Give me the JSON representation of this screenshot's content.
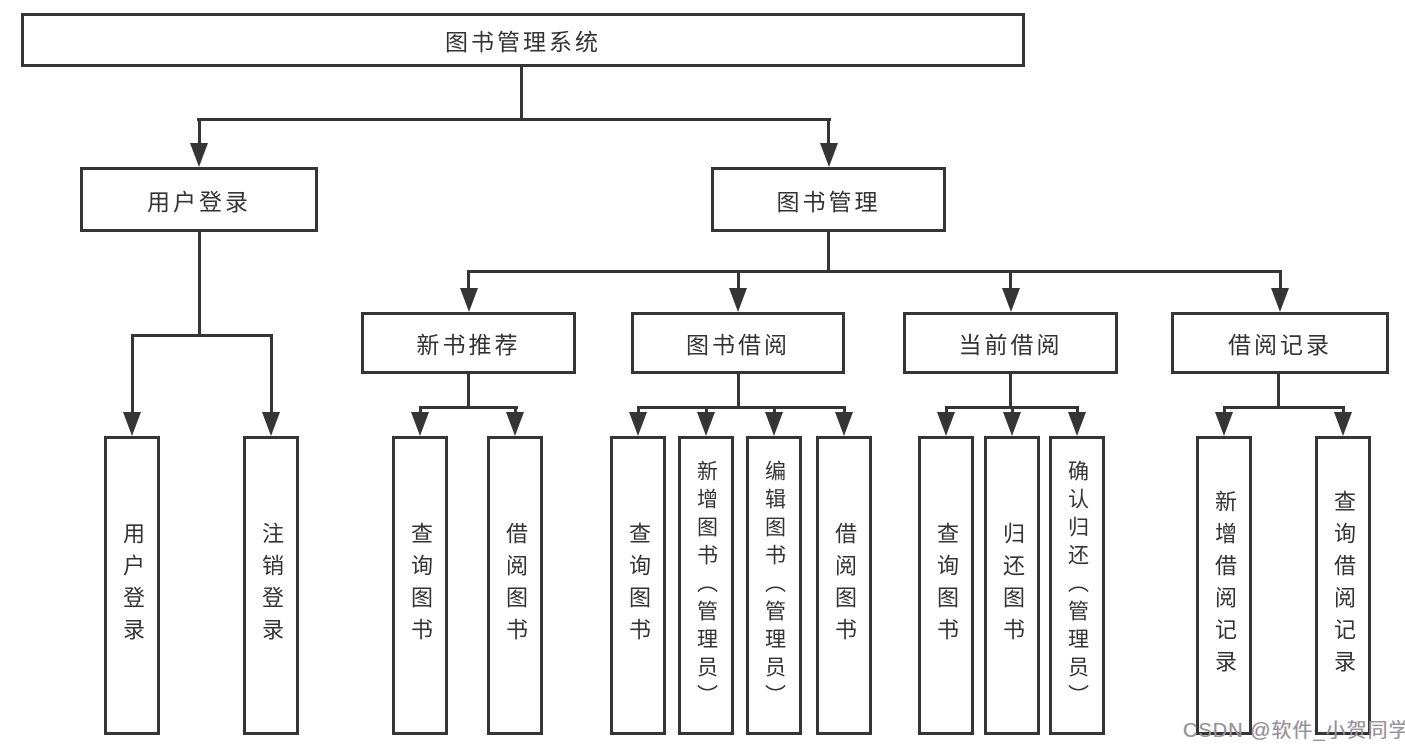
{
  "colors": {
    "line": "#353535",
    "text": "#333333",
    "background": "#ffffff",
    "watermark": "#949494"
  },
  "diagram": {
    "root": {
      "label": "图书管理系统"
    },
    "branches": [
      {
        "label": "用户登录",
        "children": [
          {
            "label": "用户登录"
          },
          {
            "label": "注销登录"
          }
        ]
      },
      {
        "label": "图书管理",
        "groups": [
          {
            "label": "新书推荐",
            "children": [
              {
                "label": "查询图书"
              },
              {
                "label": "借阅图书"
              }
            ]
          },
          {
            "label": "图书借阅",
            "children": [
              {
                "label": "查询图书"
              },
              {
                "label": "新增图书（管理员）"
              },
              {
                "label": "编辑图书（管理员）"
              },
              {
                "label": "借阅图书"
              }
            ]
          },
          {
            "label": "当前借阅",
            "children": [
              {
                "label": "查询图书"
              },
              {
                "label": "归还图书"
              },
              {
                "label": "确认归还（管理员）"
              }
            ]
          },
          {
            "label": "借阅记录",
            "children": [
              {
                "label": "新增借阅记录"
              },
              {
                "label": "查询借阅记录"
              }
            ]
          }
        ]
      }
    ]
  },
  "watermark": {
    "text": "CSDN @软件_小贺同学"
  }
}
